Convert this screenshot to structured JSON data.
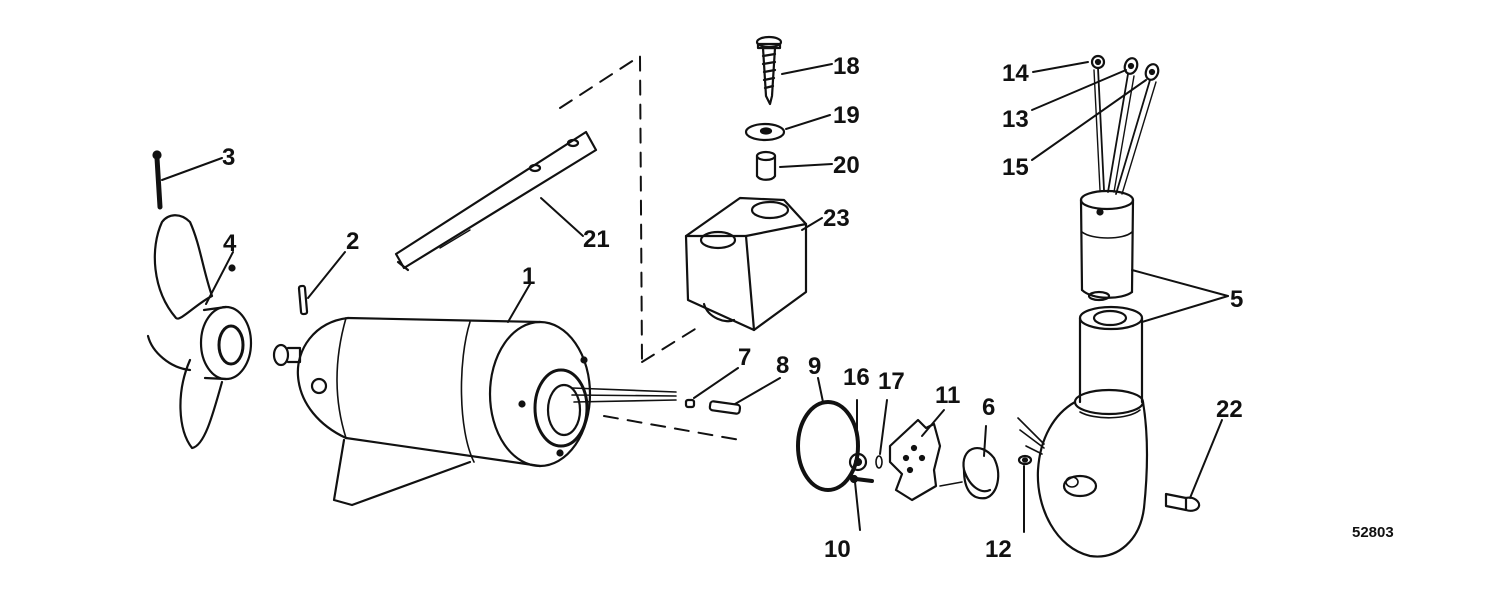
{
  "diagram": {
    "drawing_number": "52803",
    "callouts": [
      "1",
      "2",
      "3",
      "4",
      "5",
      "6",
      "7",
      "8",
      "9",
      "10",
      "11",
      "12",
      "13",
      "14",
      "15",
      "16",
      "17",
      "18",
      "19",
      "20",
      "21",
      "22",
      "23"
    ]
  },
  "colors": {
    "ink": "#111111",
    "paper": "#ffffff"
  }
}
